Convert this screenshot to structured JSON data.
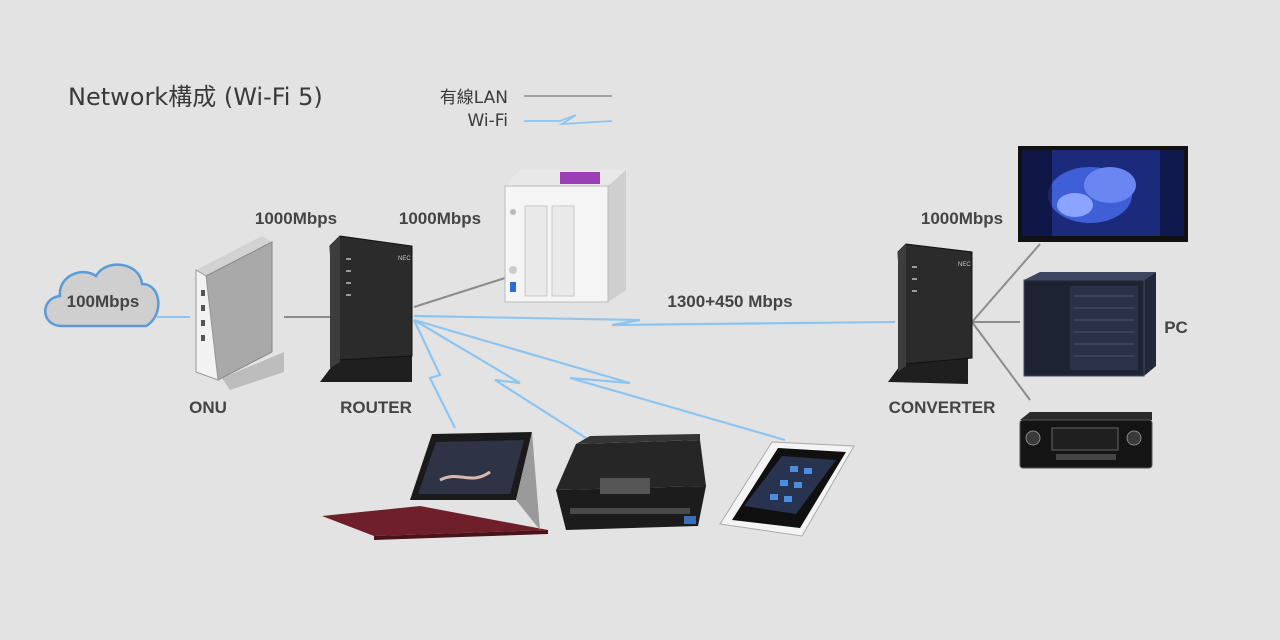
{
  "title": "Network構成 (Wi-Fi 5)",
  "legend": {
    "wired": "有線LAN",
    "wifi": "Wi-Fi"
  },
  "speeds": {
    "internet": "100Mbps",
    "onu_router": "1000Mbps",
    "router_nas": "1000Mbps",
    "wifi_link": "1300+450 Mbps",
    "converter_devices": "1000Mbps"
  },
  "devices": {
    "onu": "ONU",
    "router": "ROUTER",
    "converter": "CONVERTER",
    "pc": "PC"
  },
  "colors": {
    "wired": "#8c8c8c",
    "wifi": "#8ec5f0",
    "cloud_fill": "#cfcfcf",
    "cloud_stroke": "#5a9bd6"
  }
}
